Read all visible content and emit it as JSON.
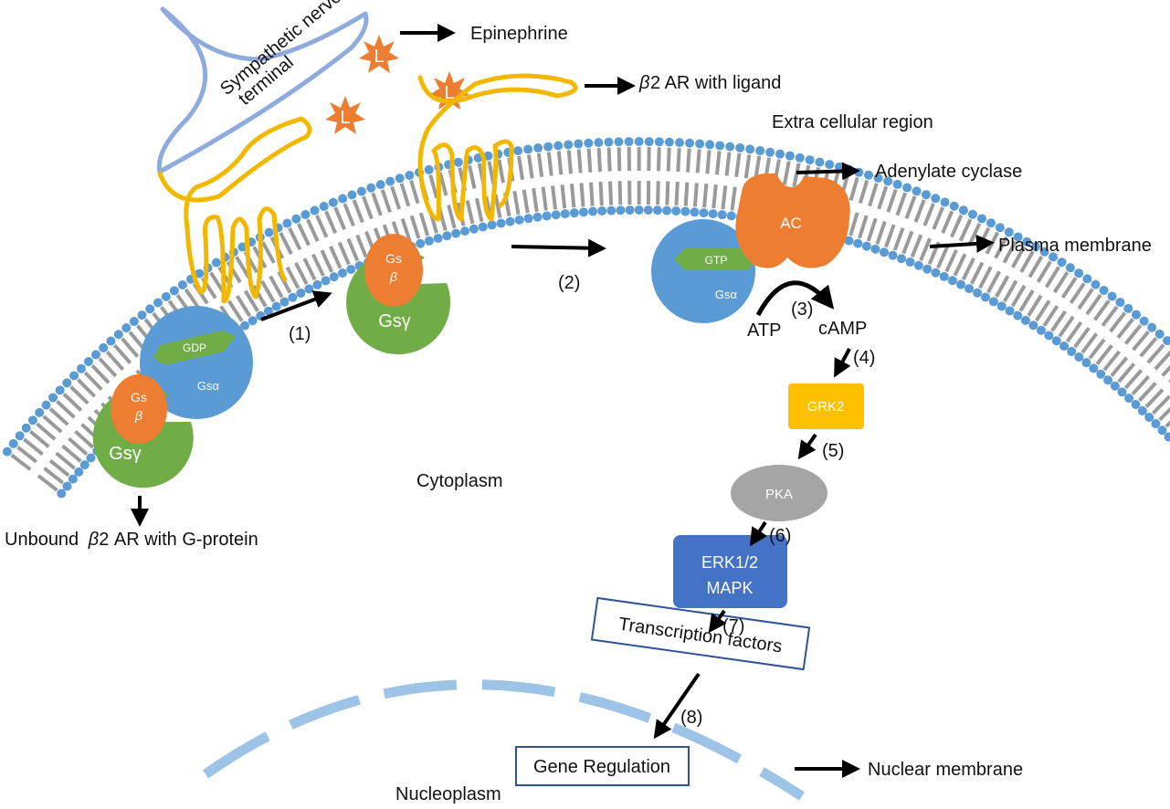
{
  "labels": {
    "epinephrine": "Epinephrine",
    "b2ar_ligand": "2 AR with ligand",
    "extracellular": "Extra cellular region",
    "adenylate_cyclase": "Adenylate cyclase",
    "plasma_membrane": "Plasma membrane",
    "cytoplasm": "Cytoplasm",
    "unbound": "Unbound",
    "unbound_rest": "2 AR with G-protein",
    "nuclear_membrane": "Nuclear membrane",
    "nucleoplasm": "Nucleoplasm",
    "nerve_line1": "Sympathetic nerve",
    "nerve_line2": "terminal",
    "beta": "β"
  },
  "ligand": "L",
  "proteins": {
    "gs": "Gs",
    "gs_gamma": "Gsγ",
    "gs_alpha": "Gsα",
    "gdp": "GDP",
    "gtp": "GTP",
    "ac": "AC",
    "atp": "ATP",
    "camp": "cAMP",
    "grk2": "GRK2",
    "pka": "PKA",
    "erk_line1": "ERK1/2",
    "erk_line2": "MAPK",
    "transcription": "Transcription factors",
    "gene": "Gene Regulation"
  },
  "steps": [
    "(1)",
    "(2)",
    "(3)",
    "(4)",
    "(5)",
    "(6)",
    "(7)",
    "(8)"
  ],
  "colors": {
    "membrane_head": "#5b9bd5",
    "membrane_tail": "#9a9a9a",
    "receptor": "#f2b800",
    "orange": "#ed7d31",
    "green": "#70ad47",
    "blue": "#5b9bd5",
    "grk2": "#ffc000",
    "pka": "#a5a5a5",
    "erk": "#4472c4",
    "nerve": "#8faadc",
    "nuclear": "#9dc3e6"
  }
}
